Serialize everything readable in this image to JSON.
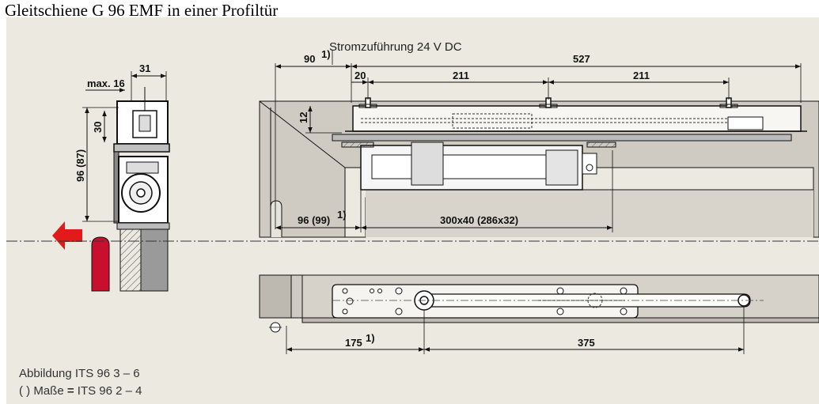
{
  "title": "Gleitschiene G 96 EMF in einer Profiltür",
  "top_label": "Stromzuführung 24 V DC",
  "dims": {
    "d31": "31",
    "max16": "max. 16",
    "d30": "30",
    "d96_87": "96 (87)",
    "d90": "90",
    "d527": "527",
    "d20": "20",
    "d211a": "211",
    "d211b": "211",
    "d12": "12",
    "d96_99": "96 (99)",
    "d300": "300x40 (286x32)",
    "d175": "175",
    "d375": "375"
  },
  "footnote_mark": "1)",
  "captions": {
    "line1": "Abbildung  ITS 96 3 – 6",
    "line2_a": "( ) Maße ",
    "line2_eq": "=",
    "line2_b": " ITS 96 2 – 4"
  },
  "colors": {
    "background": "#ece9e0",
    "arrow": "#e21a1a",
    "profile_red": "#c8102e"
  }
}
